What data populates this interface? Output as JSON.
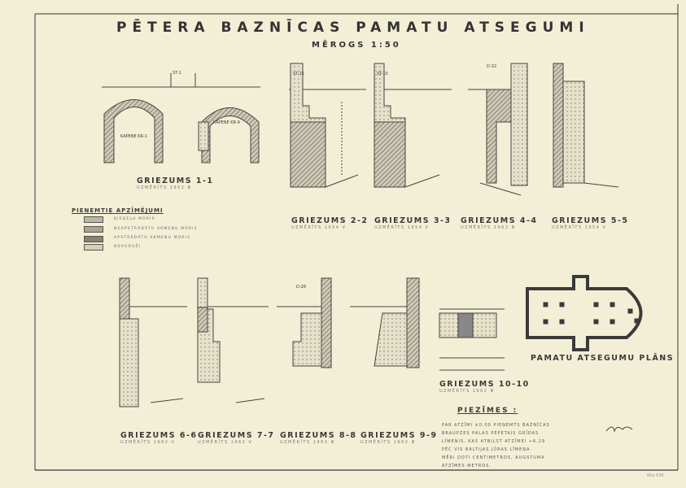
{
  "title": "PĒTERA BAZNĪCAS PAMATU ATSEGUMI",
  "scale": "MĒROGS 1:50",
  "sections": [
    {
      "label": "GRIEZUMS 1-1",
      "measured": "UZMĒRĪTS 1962 Ⅲ"
    },
    {
      "label": "GRIEZUMS 2-2",
      "measured": "UZMĒRĪTS 1954 Ⅴ"
    },
    {
      "label": "GRIEZUMS 3-3",
      "measured": "UZMĒRĪTS 1954 Ⅴ"
    },
    {
      "label": "GRIEZUMS 4-4",
      "measured": "UZMĒRĪTS 1962 Ⅲ"
    },
    {
      "label": "GRIEZUMS 5-5",
      "measured": "UZMĒRĪTS 1954 Ⅴ"
    },
    {
      "label": "GRIEZUMS 6-6",
      "measured": "UZMĒRĪTS 1962 Ⅴ"
    },
    {
      "label": "GRIEZUMS 7-7",
      "measured": "UZMĒRĪTS 1962 Ⅴ"
    },
    {
      "label": "GRIEZUMS 8-8",
      "measured": "UZMĒRĪTS 1962 Ⅲ"
    },
    {
      "label": "GRIEZUMS 9-9",
      "measured": "UZMĒRĪTS 1962 Ⅲ"
    },
    {
      "label": "GRIEZUMS 10-10",
      "measured": "UZMĒRĪTS 1962 Ⅲ"
    }
  ],
  "plan_title": "PAMATU ATSEGUMU PLĀNS",
  "legend": {
    "heading": "PIEŅEMTIE APZĪMĒJUMI",
    "items": [
      "ĶIEĢEĻU MŪRIS",
      "NEAPSTRĀDĀTU AKMEŅU MŪRIS",
      "APSTRĀDĀTU AKMEŅU MŪRIS",
      "BŪVGRUŽI"
    ]
  },
  "notes": {
    "heading": "PIEZĪMES :",
    "lines": [
      "PAR ATZĪMI ±0.00 PIEŅEMTS BAZNĪCAS",
      "BRAUPZES PALAS PEPETAIS GRĪDAS",
      "LĪMENIS, KAS ATBILST ATZĪMEI +6.29",
      "PĒC VIS BALTIJAS JŪRAS LĪMEŅA",
      "MĒRI DOTI CENTIMETROS, AUGSTUMA",
      "ATZĪMES METROS."
    ]
  },
  "annotations": {
    "st1": "ST-1",
    "st15a": "ST-15",
    "st15b": "ST-15",
    "d32": "D-32",
    "d28": "D-28",
    "kapene1": "KAPENE KR-1",
    "kapene2": "KAPENE KR-9"
  },
  "stamp": "66a 838",
  "colors": {
    "paper": "#f3efd6",
    "ink": "#3a3a3a",
    "hatch": "#6a6a6a"
  }
}
